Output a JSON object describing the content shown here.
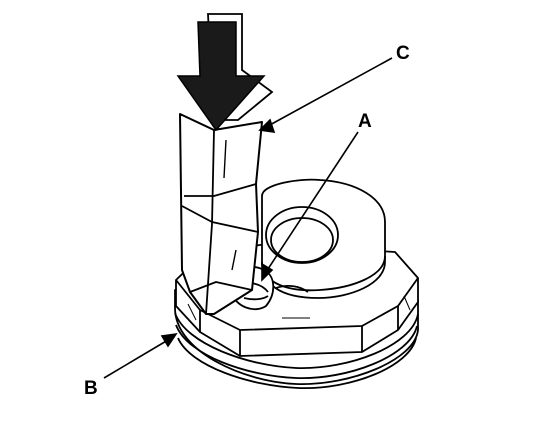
{
  "labels": {
    "a": "A",
    "b": "B",
    "c": "C"
  },
  "colors": {
    "ink": "#000000",
    "paper": "#ffffff",
    "fill": "#1a1a1a"
  }
}
